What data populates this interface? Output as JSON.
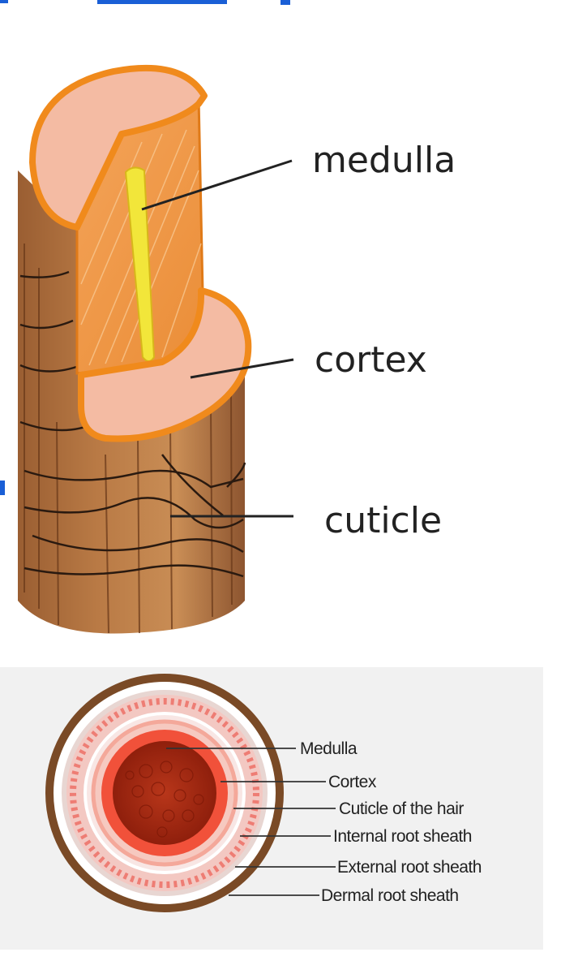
{
  "top_diagram": {
    "labels": [
      "medulla",
      "cortex",
      "cuticle"
    ]
  },
  "bottom_diagram": {
    "labels": [
      "Medulla",
      "Cortex",
      "Cuticle of the hair",
      "Internal root sheath",
      "External root sheath",
      "Dermal root sheath"
    ]
  },
  "colors": {
    "accent_blue": "#1a5fd6",
    "cortex_pink": "#f2b49a",
    "rim_orange": "#f08a1c",
    "medulla_yellow": "#f2e63a",
    "cuticle_brown": "#a86a33",
    "dermal_brown": "#7a4a26",
    "medulla_core": "#b02a10"
  }
}
